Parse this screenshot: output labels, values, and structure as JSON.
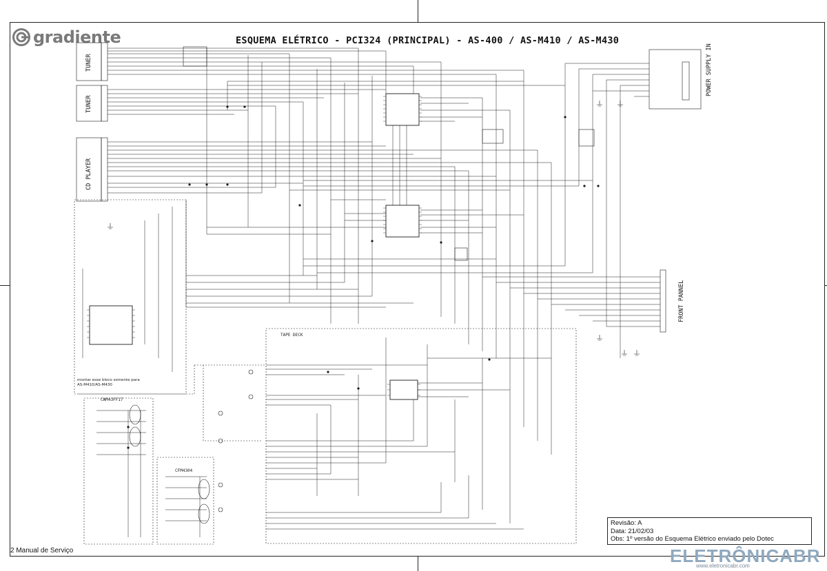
{
  "brand": {
    "name": "gradiente"
  },
  "title": "ESQUEMA ELÉTRICO - PCI324 (PRINCIPAL) - AS-400 / AS-M410 / AS-M430",
  "blocks": {
    "tuner_1": "TUNER",
    "tuner_2": "TUNER",
    "cd_player": "CD PLAYER",
    "power_supply": "POWER SUPPLY IN",
    "front_panel": "FRONT PANNEL",
    "tape_deck": "TAPE DECK",
    "cwm_label": "CWM43FF17",
    "cfm_label": "CFM4304",
    "montar_note_1": "montar esse bloco somente para",
    "montar_note_2": "AS-M410/AS-M430"
  },
  "revision": {
    "rev": "Revisão: A",
    "date": "Data: 21/02/03",
    "obs": "Obs: 1º versão do Esquema Elétrico enviado pelo Dotec"
  },
  "footer": {
    "text": "2 Manual de Serviço"
  },
  "watermark": {
    "text": "ELETRÔNICABR",
    "url": "www.eletronicabr.com"
  },
  "colors": {
    "line": "#1a1a1a",
    "brand": "#7a7a7a",
    "watermark": "#8fa9bf"
  }
}
